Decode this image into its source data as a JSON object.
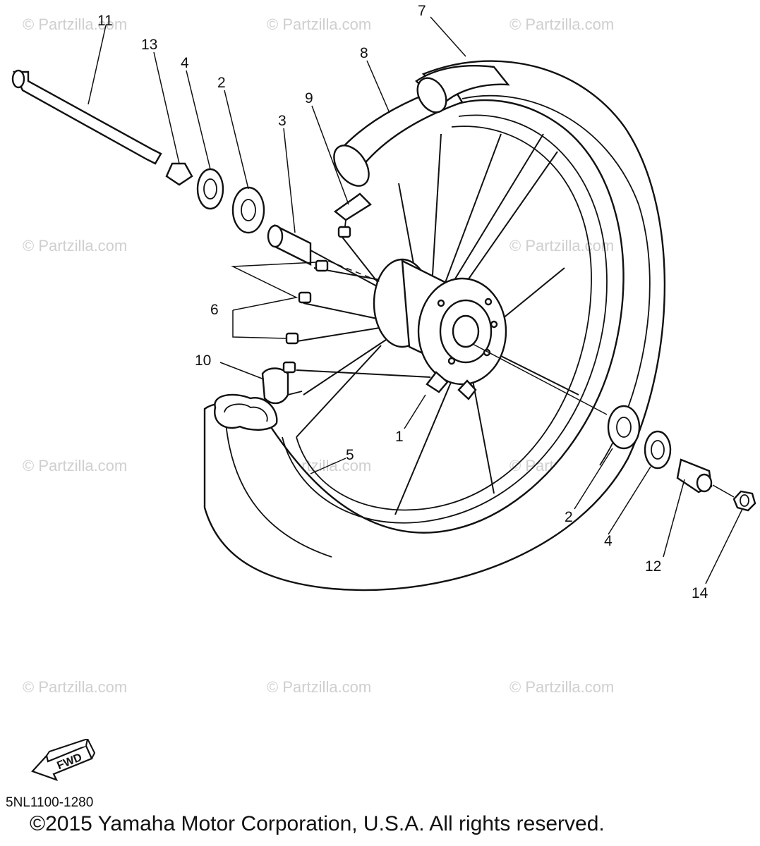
{
  "watermark": "© Partzilla.com",
  "diagram_code": "5NL1100-1280",
  "copyright": "©2015  Yamaha Motor Corporation, U.S.A. All rights reserved.",
  "fwd_label": "FWD",
  "callouts": {
    "c1": "1",
    "c2a": "2",
    "c2b": "2",
    "c3": "3",
    "c4a": "4",
    "c4b": "4",
    "c5": "5",
    "c6": "6",
    "c7": "7",
    "c8": "8",
    "c9": "9",
    "c10": "10",
    "c11": "11",
    "c12": "12",
    "c13": "13",
    "c14": "14"
  }
}
